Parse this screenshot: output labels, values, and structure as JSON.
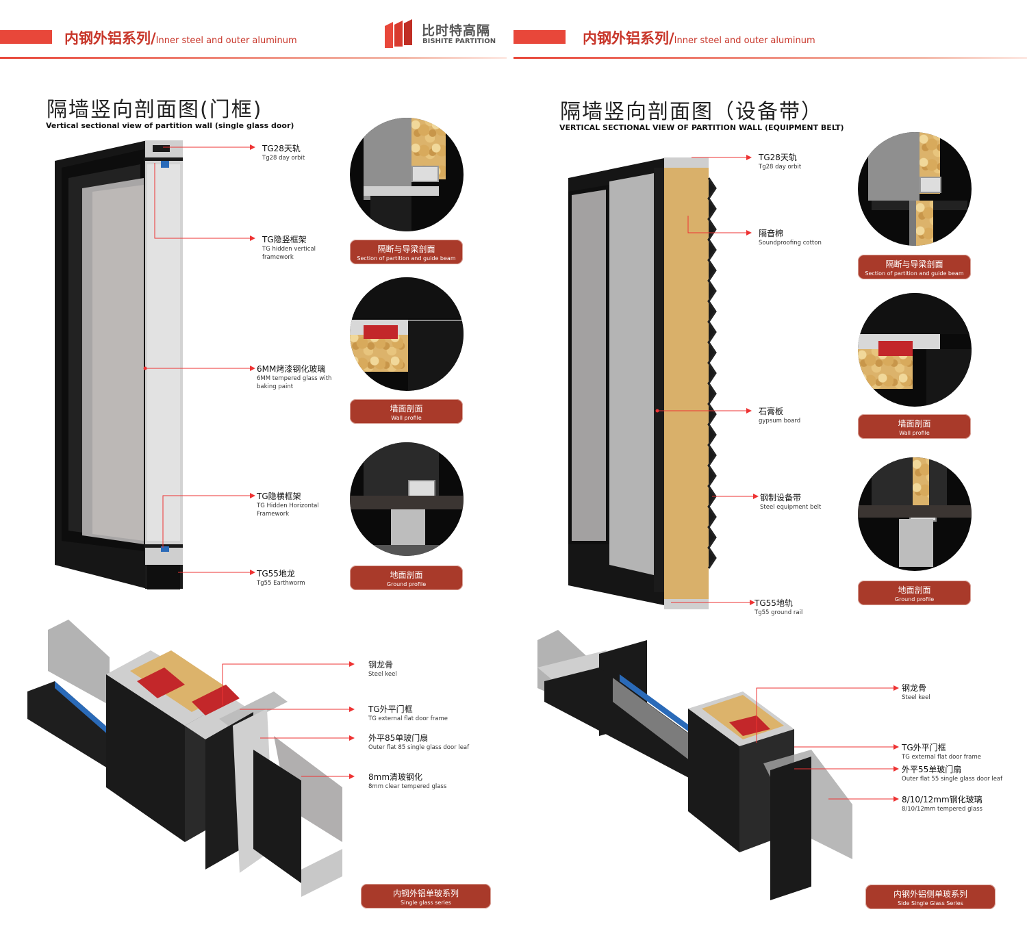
{
  "header": {
    "left": {
      "title_cn": "内钢外铝系列/",
      "title_en": "Inner steel and outer aluminum"
    },
    "right": {
      "title_cn": "内钢外铝系列/",
      "title_en": "Inner steel and outer aluminum"
    },
    "logo": {
      "cn": "比时特高隔",
      "en": "BISHITE PARTITION"
    },
    "accent_color": "#e8473a"
  },
  "left_page": {
    "title": "隔墙竖向剖面图(门框)",
    "subtitle": "Vertical sectional view of partition wall (single glass door)",
    "labels": [
      {
        "cn": "TG28天轨",
        "en": "Tg28 day orbit"
      },
      {
        "cn": "TG隐竖框架",
        "en": "TG hidden vertical framework"
      },
      {
        "cn": "6MM烤漆钢化玻璃",
        "en": "6MM tempered glass with baking paint"
      },
      {
        "cn": "TG隐横框架",
        "en": "TG Hidden Horizontal Framework"
      },
      {
        "cn": "TG55地龙",
        "en": "Tg55 Earthworm"
      }
    ],
    "details": [
      {
        "cn": "隔断与导梁剖面",
        "en": "Section of partition and guide beam"
      },
      {
        "cn": "墙面剖面",
        "en": "Wall profile"
      },
      {
        "cn": "地面剖面",
        "en": "Ground profile"
      }
    ],
    "bottom_labels": [
      {
        "cn": "钢龙骨",
        "en": "Steel keel"
      },
      {
        "cn": "TG外平门框",
        "en": "TG external flat door frame"
      },
      {
        "cn": "外平85单玻门扇",
        "en": "Outer flat 85 single glass door leaf"
      },
      {
        "cn": "8mm清玻钢化",
        "en": "8mm clear tempered glass"
      }
    ],
    "series": {
      "cn": "内钢外铝单玻系列",
      "en": "Single glass series"
    }
  },
  "right_page": {
    "title": "隔墙竖向剖面图（设备带）",
    "subtitle": "VERTICAL SECTIONAL VIEW OF PARTITION WALL (EQUIPMENT BELT)",
    "labels": [
      {
        "cn": "TG28天轨",
        "en": "Tg28 day orbit"
      },
      {
        "cn": "隔音棉",
        "en": "Soundproofing cotton"
      },
      {
        "cn": "石膏板",
        "en": "gypsum board"
      },
      {
        "cn": "钢制设备带",
        "en": "Steel equipment belt"
      },
      {
        "cn": "TG55地轨",
        "en": "Tg55 ground rail"
      }
    ],
    "details": [
      {
        "cn": "隔断与导梁剖面",
        "en": "Section of partition and guide beam"
      },
      {
        "cn": "墙面剖面",
        "en": "Wall profile"
      },
      {
        "cn": "地面剖面",
        "en": "Ground profile"
      }
    ],
    "bottom_labels": [
      {
        "cn": "钢龙骨",
        "en": "Steel keel"
      },
      {
        "cn": "TG外平门框",
        "en": "TG external flat door frame"
      },
      {
        "cn": "外平55单玻门扇",
        "en": "Outer flat 55 single glass door leaf"
      },
      {
        "cn": "8/10/12mm钢化玻璃",
        "en": "8/10/12mm tempered glass"
      }
    ],
    "series": {
      "cn": "内钢外铝侧单玻系列",
      "en": "Side Single Glass Series"
    }
  }
}
